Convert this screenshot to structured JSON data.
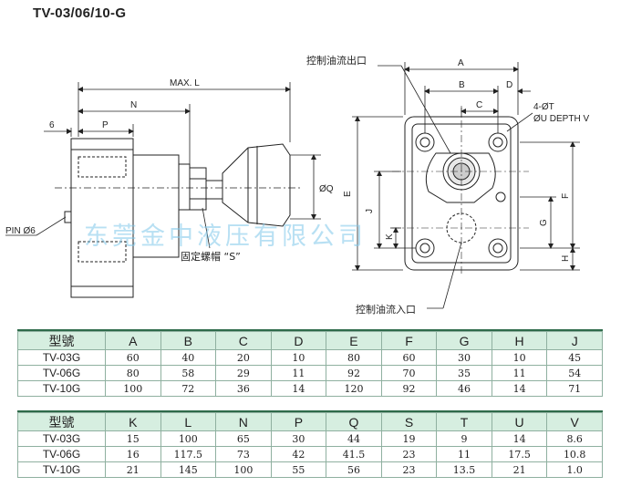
{
  "title": "TV-03/06/10-G",
  "labels": {
    "outlet_cn": "控制油流出口",
    "inlet_cn": "控制油流入口",
    "cap_cn": "固定螺帽 “S”",
    "max_l": "MAX. L",
    "n": "N",
    "p": "P",
    "six": "6",
    "pin": "PIN  Ø6",
    "oq": "ØQ",
    "a": "A",
    "b": "B",
    "c": "C",
    "d": "D",
    "e": "E",
    "f": "F",
    "g": "G",
    "h": "H",
    "j": "J",
    "k": "K",
    "ot": "4-ØT",
    "ou": "ØU  DEPTH V"
  },
  "watermark": "东莞金中液压有限公司",
  "table1": {
    "header": [
      "型號",
      "A",
      "B",
      "C",
      "D",
      "E",
      "F",
      "G",
      "H",
      "J"
    ],
    "rows": [
      [
        "TV-03G",
        "60",
        "40",
        "20",
        "10",
        "80",
        "60",
        "30",
        "10",
        "45"
      ],
      [
        "TV-06G",
        "80",
        "58",
        "29",
        "11",
        "92",
        "70",
        "35",
        "11",
        "54"
      ],
      [
        "TV-10G",
        "100",
        "72",
        "36",
        "14",
        "120",
        "92",
        "46",
        "14",
        "71"
      ]
    ]
  },
  "table2": {
    "header": [
      "型號",
      "K",
      "L",
      "N",
      "P",
      "Q",
      "S",
      "T",
      "U",
      "V"
    ],
    "rows": [
      [
        "TV-03G",
        "15",
        "100",
        "65",
        "30",
        "44",
        "19",
        "9",
        "14",
        "8.6"
      ],
      [
        "TV-06G",
        "16",
        "117.5",
        "73",
        "42",
        "41.5",
        "23",
        "11",
        "17.5",
        "10.8"
      ],
      [
        "TV-10G",
        "21",
        "145",
        "100",
        "55",
        "56",
        "23",
        "13.5",
        "21",
        "1.0"
      ]
    ]
  },
  "colors": {
    "header_bg": "#d6eee0",
    "rule": "#2e6a4a",
    "watermark": "#7ec7ea"
  }
}
